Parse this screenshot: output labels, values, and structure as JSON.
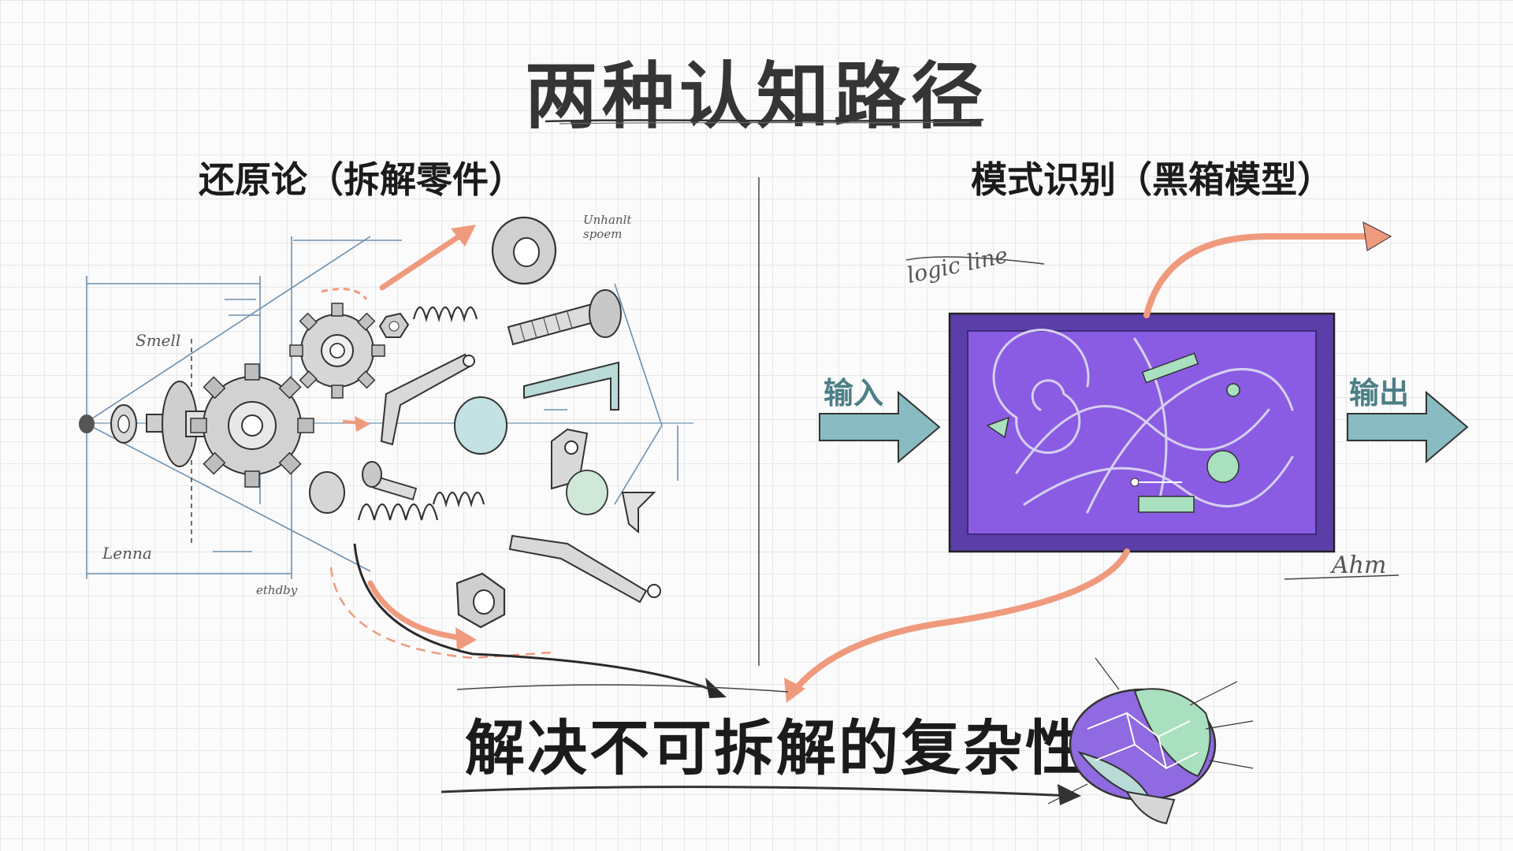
{
  "title": "两种认知路径",
  "left_panel": {
    "title": "还原论（拆解零件）",
    "scribbles": [
      "Smell",
      "Lenna",
      "Unhanlt spoem",
      "ethdby"
    ]
  },
  "right_panel": {
    "title": "模式识别（黑箱模型）",
    "input_label": "输入",
    "output_label": "输出",
    "scribbles": [
      "logic line",
      "Ahm"
    ]
  },
  "bottom": {
    "title": "解决不可拆解的复杂性"
  },
  "colors": {
    "accent_arrow": "#f09a7d",
    "io_arrow": "#88bcc2",
    "black_box_fill": "#8a5ce3",
    "black_box_frame": "#5b3ea8",
    "brain_purple": "#8f6ae0",
    "brain_green": "#a9e0bf",
    "grid_line": "#e7e7e7",
    "ink": "#2a2a2a"
  },
  "icons": [
    "gear-icon",
    "spring-icon",
    "bolt-icon",
    "nut-icon",
    "washer-icon",
    "brain-icon",
    "arrow-right-icon"
  ]
}
